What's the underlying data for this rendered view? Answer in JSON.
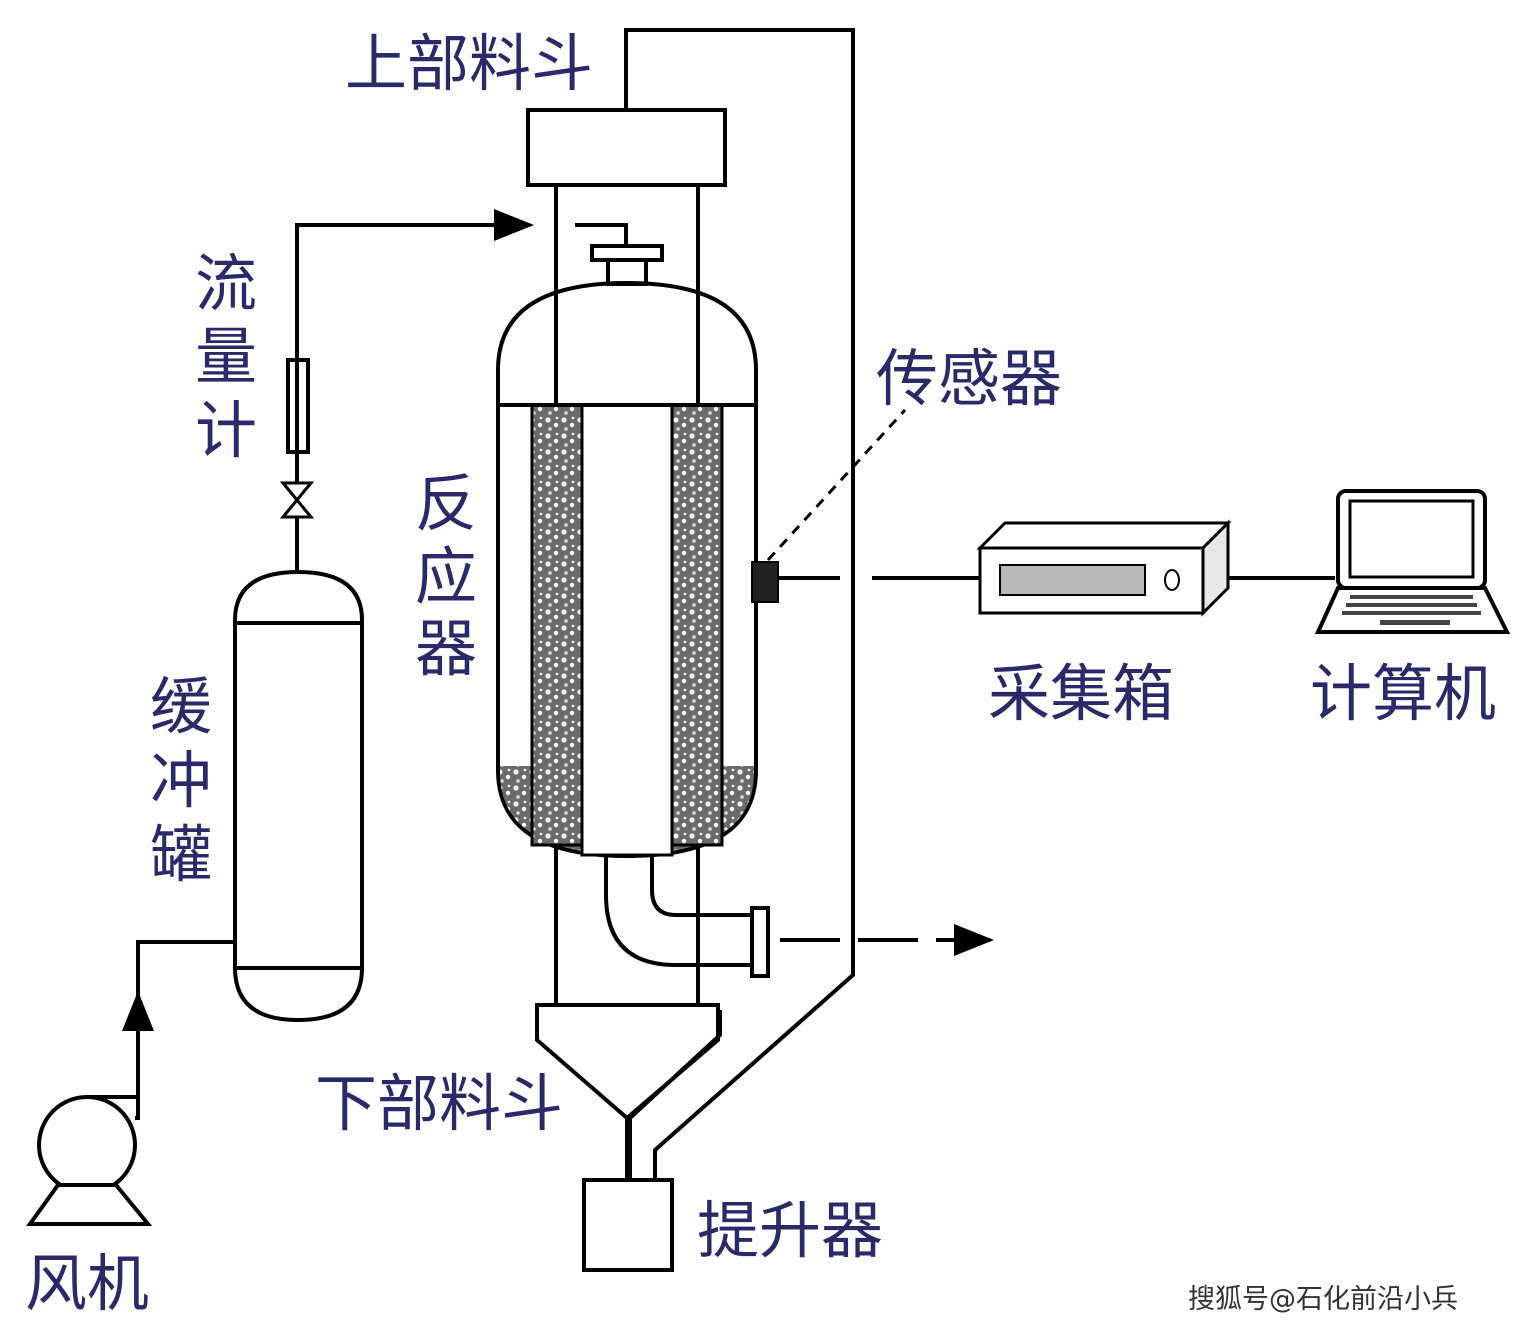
{
  "labels": {
    "upper_hopper": "上部料斗",
    "flowmeter": [
      "流",
      "量",
      "计"
    ],
    "sensor": "传感器",
    "reactor": [
      "反",
      "应",
      "器"
    ],
    "buffer_tank": [
      "缓",
      "冲",
      "罐"
    ],
    "collection_box": "采集箱",
    "computer": "计算机",
    "lower_hopper": "下部料斗",
    "elevator": "提升器",
    "blower": "风机"
  },
  "watermark": "搜狐号@石化前沿小兵",
  "colors": {
    "label_text": "#2a2a6a",
    "line": "#000000",
    "packing": "#555555"
  },
  "icons": {
    "blower": "centrifugal-fan-icon",
    "valve": "gate-valve-icon",
    "computer": "laptop-icon",
    "collection_box": "data-logger-icon"
  }
}
